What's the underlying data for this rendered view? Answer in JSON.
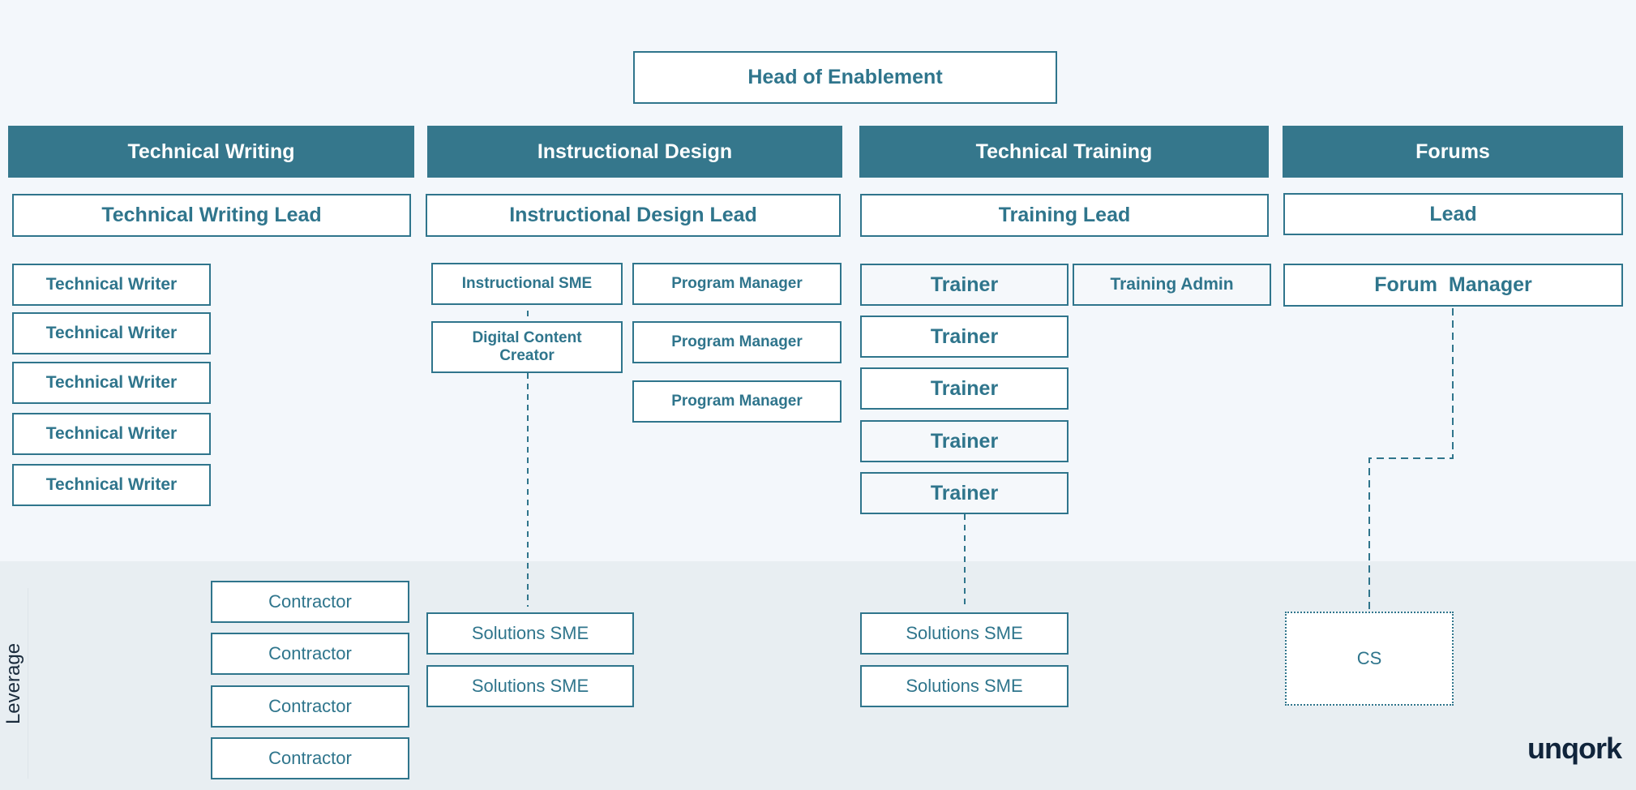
{
  "top": {
    "head": "Head of Enablement"
  },
  "columns": {
    "technical_writing": {
      "header": "Technical Writing",
      "lead": "Technical Writing Lead",
      "writers": [
        "Technical Writer",
        "Technical Writer",
        "Technical Writer",
        "Technical Writer",
        "Technical Writer"
      ],
      "contractors": [
        "Contractor",
        "Contractor",
        "Contractor",
        "Contractor"
      ]
    },
    "instructional_design": {
      "header": "Instructional Design",
      "lead": "Instructional Design Lead",
      "sme": "Instructional SME",
      "digital_content_creator": "Digital Content Creator",
      "program_managers": [
        "Program Manager",
        "Program Manager",
        "Program Manager"
      ],
      "solutions_smes": [
        "Solutions SME",
        "Solutions SME"
      ]
    },
    "technical_training": {
      "header": "Technical Training",
      "lead": "Training Lead",
      "trainers": [
        "Trainer",
        "Trainer",
        "Trainer",
        "Trainer",
        "Trainer"
      ],
      "training_admin": "Training Admin",
      "solutions_smes": [
        "Solutions SME",
        "Solutions SME"
      ]
    },
    "forums": {
      "header": "Forums",
      "lead": "Lead",
      "manager": "Forum  Manager",
      "cs": "CS"
    }
  },
  "band_label": "Leverage",
  "logo": "unqork",
  "colors": {
    "header_fill": "#35778c",
    "accent": "#2f758c",
    "background": "#f3f7fb",
    "lower_band": "#e8eef2",
    "logo": "#10243b"
  }
}
